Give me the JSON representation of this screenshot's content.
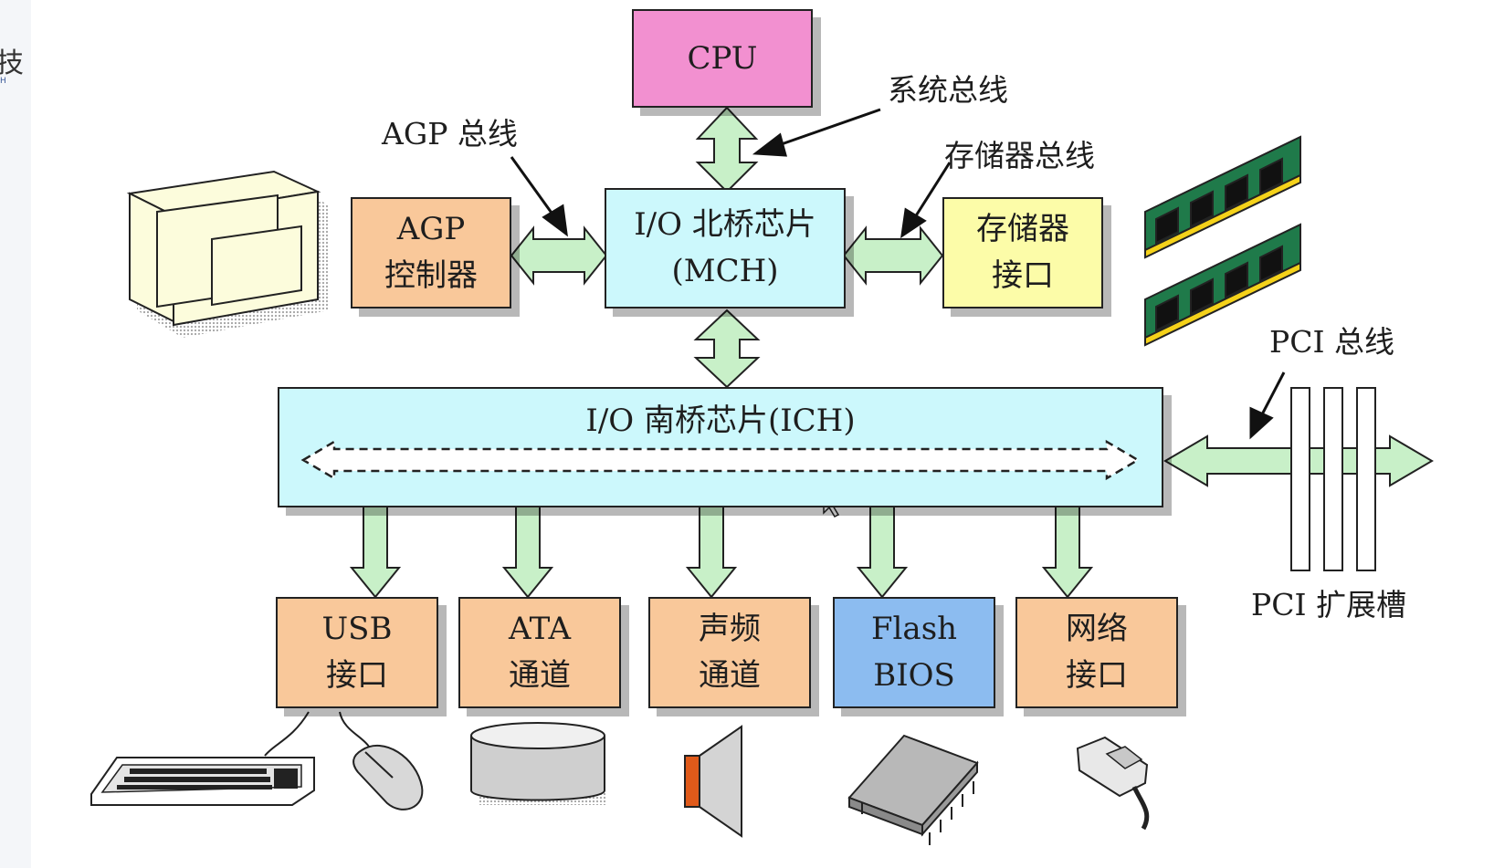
{
  "corner": {
    "glyph": "技",
    "small_text": "H"
  },
  "chips": {
    "cpu": {
      "label": "CPU"
    },
    "north_bridge": {
      "line1": "I/O 北桥芯片",
      "line2": "(MCH)"
    },
    "agp_controller": {
      "line1": "AGP",
      "line2": "控制器"
    },
    "memory_interface": {
      "line1": "存储器",
      "line2": "接口"
    },
    "south_bridge": {
      "title": "I/O 南桥芯片(ICH)"
    }
  },
  "buses": {
    "system_bus": "系统总线",
    "agp_bus": "AGP 总线",
    "memory_bus": "存储器总线",
    "pci_bus": "PCI 总线",
    "pci_slots": "PCI 扩展槽"
  },
  "interfaces": [
    {
      "line1": "USB",
      "line2": "接口",
      "color": "#f9c89a"
    },
    {
      "line1": "ATA",
      "line2": "通道",
      "color": "#f9c89a"
    },
    {
      "line1": "声频",
      "line2": "通道",
      "color": "#f9c89a"
    },
    {
      "line1": "Flash",
      "line2": "BIOS",
      "color": "#8cbcf0"
    },
    {
      "line1": "网络",
      "line2": "接口",
      "color": "#f9c89a"
    }
  ],
  "colors": {
    "cpu": "#f290d0",
    "north_bridge": "#ccf8fc",
    "agp_controller": "#f9c89a",
    "memory_interface": "#fcfca8",
    "south_bridge": "#ccf8fc",
    "arrow": "#c8f0c8"
  },
  "icons": [
    "monitor-icon",
    "memory-module-icon",
    "keyboard-icon",
    "mouse-icon",
    "disk-icon",
    "speaker-icon",
    "flash-chip-icon",
    "network-plug-icon"
  ]
}
